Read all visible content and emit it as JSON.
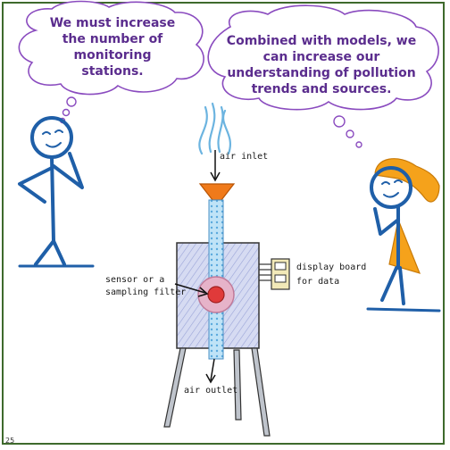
{
  "bubbles": {
    "left": [
      "We must increase",
      "the number of",
      "monitoring",
      "stations."
    ],
    "right": [
      "Combined with models, we",
      "can increase our",
      "understanding of pollution",
      "trends and sources."
    ]
  },
  "labels": {
    "air_inlet": "air inlet",
    "sensor_line1": "sensor or a",
    "sensor_line2": "sampling filter",
    "display_line1": "display board",
    "display_line2": "for data",
    "air_outlet": "air outlet"
  },
  "page_number": "25",
  "colors": {
    "border": "#3e6a2c",
    "bubble_text": "#5b2d8e",
    "bubble_outline": "#8a4bbf",
    "figure": "#1f5fa8",
    "hair_dress": "#f5a21b",
    "device_fill": "#cdd3ee",
    "sensor": "#e03a3a",
    "funnel": "#f07a1a"
  }
}
